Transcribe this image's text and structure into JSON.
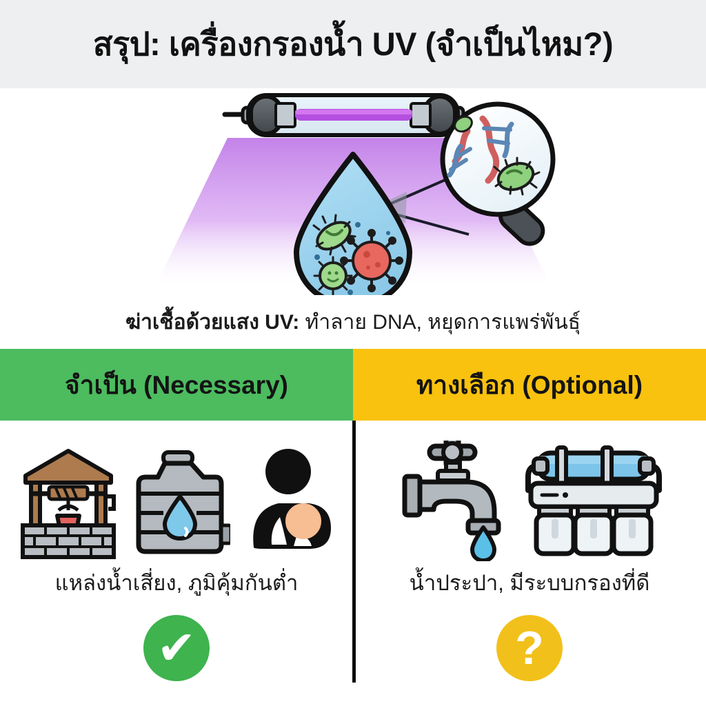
{
  "header": {
    "title": "สรุป: เครื่องกรองน้ำ UV (จำเป็นไหม?)",
    "band_color": "#edeff1"
  },
  "hero": {
    "lamp_icon": "uv-lamp-tube-icon",
    "droplet_icon": "water-droplet-icon",
    "magnifier_icon": "magnifying-glass-dna-icon",
    "light_beam_color": "#c78ae8",
    "droplet_color": "#9ed7f0",
    "caption_lead": "ฆ่าเชื้อด้วยแสง UV:",
    "caption_rest": " ทำลาย DNA, หยุดการแพร่พันธุ์"
  },
  "compare": {
    "left": {
      "header": "จำเป็น (Necessary)",
      "header_color": "#4cbc5f",
      "icons": [
        "water-well-icon",
        "water-storage-tank-icon",
        "mother-and-baby-icon"
      ],
      "caption": "แหล่งน้ำเสี่ยง, ภูมิคุ้มกันต่ำ",
      "badge_icon": "check-circle-icon",
      "badge_mark": "✔",
      "badge_color": "#3eb34e"
    },
    "right": {
      "header": "ทางเลือก (Optional)",
      "header_color": "#f9c20f",
      "icons": [
        "faucet-tap-icon",
        "ro-filter-system-icon"
      ],
      "caption": "น้ำประปา, มีระบบกรองที่ดี",
      "badge_icon": "question-circle-icon",
      "badge_mark": "?",
      "badge_color": "#f2c01a"
    }
  }
}
